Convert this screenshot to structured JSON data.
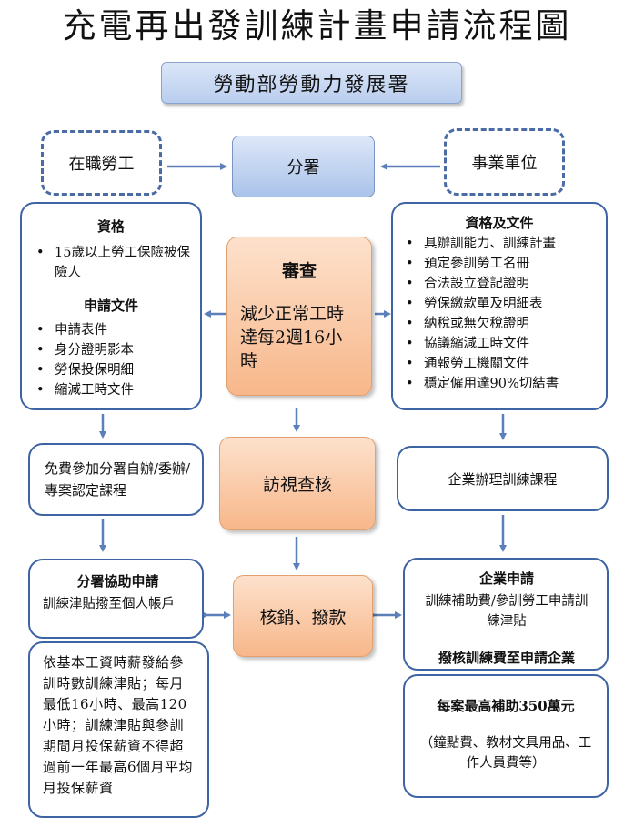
{
  "title": "充電再出發訓練計畫申請流程圖",
  "agency": "勞動部勞動力發展署",
  "worker": "在職勞工",
  "branch": "分署",
  "employer": "事業單位",
  "left_box": {
    "heading1": "資格",
    "qualification": "15歲以上勞工保險被保險人",
    "heading2": "申請文件",
    "docs": [
      "申請表件",
      "身分證明影本",
      "勞保投保明細",
      "縮減工時文件"
    ]
  },
  "review": {
    "title": "審查",
    "body": "減少正常工時達每2週16小時"
  },
  "right_box": {
    "heading": "資格及文件",
    "items": [
      "具辦訓能力、訓練計畫",
      "預定參訓勞工名冊",
      "合法設立登記證明",
      "勞保繳款單及明細表",
      "納稅或無欠稅證明",
      "協議縮減工時文件",
      "通報勞工機關文件",
      "穩定僱用達90%切結書"
    ]
  },
  "left_mid": "免費參加分署自辦/委辦/專案認定課程",
  "visit": "訪視查核",
  "right_mid": "企業辦理訓練課程",
  "left_apply": {
    "title": "分署協助申請",
    "body": "訓練津貼撥至個人帳戶"
  },
  "settle": "核銷、撥款",
  "right_apply": {
    "title": "企業申請",
    "body": "訓練補助費/參訓勞工申請訓練津貼",
    "footer": "撥核訓練費至申請企業"
  },
  "left_note": "依基本工資時薪發給參訓時數訓練津貼；每月最低16小時、最高120小時；訓練津貼與參訓期間月投保薪資不得超過前一年最高6個月平均月投保薪資",
  "right_note": {
    "title": "每案最高補助350萬元",
    "body": "（鐘點費、教材文具用品、工作人員費等）"
  },
  "colors": {
    "box_border": "#3f64a3",
    "orange_fill": "#f7b78a",
    "blue_fill": "#aac3ea"
  }
}
